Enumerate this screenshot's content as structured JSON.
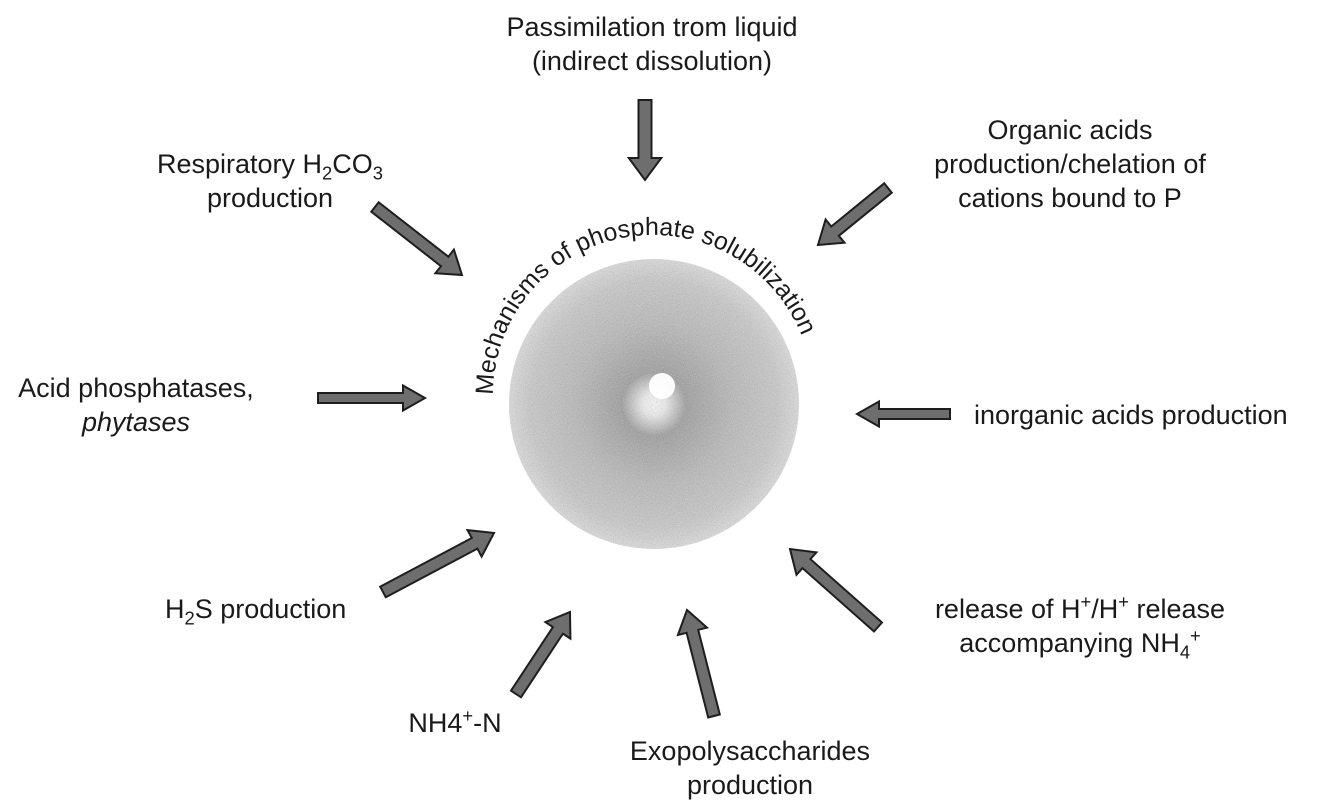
{
  "diagram": {
    "center_title": "Mechanisms of phosphate solubilization",
    "labels": {
      "top": [
        "Passimilation trom liquid",
        "(indirect dissolution)"
      ],
      "respiratory": {
        "line1_prefix": "Respiratory H",
        "line1_sub1": "2",
        "line1_mid": "CO",
        "line1_sub2": "3",
        "line2": "production"
      },
      "organic": [
        "Organic acids",
        "production/chelation of",
        "cations bound to P"
      ],
      "acid_phosphatases": {
        "line1": "Acid phosphatases,",
        "line2": "phytases"
      },
      "inorganic": "inorganic acids production",
      "h2s": {
        "prefix": "H",
        "sub": "2",
        "suffix": "S production"
      },
      "nh4n": {
        "prefix": "NH4",
        "sup": "+",
        "suffix": "-N"
      },
      "exopoly": [
        "Exopolysaccharides",
        "production"
      ],
      "release": {
        "l1_a": "release of H",
        "l1_sup1": "+",
        "l1_b": "/H",
        "l1_sup2": "+",
        "l1_c": " release",
        "l2_a": "accompanying NH",
        "l2_sub": "4",
        "l2_sup": "+"
      }
    }
  }
}
